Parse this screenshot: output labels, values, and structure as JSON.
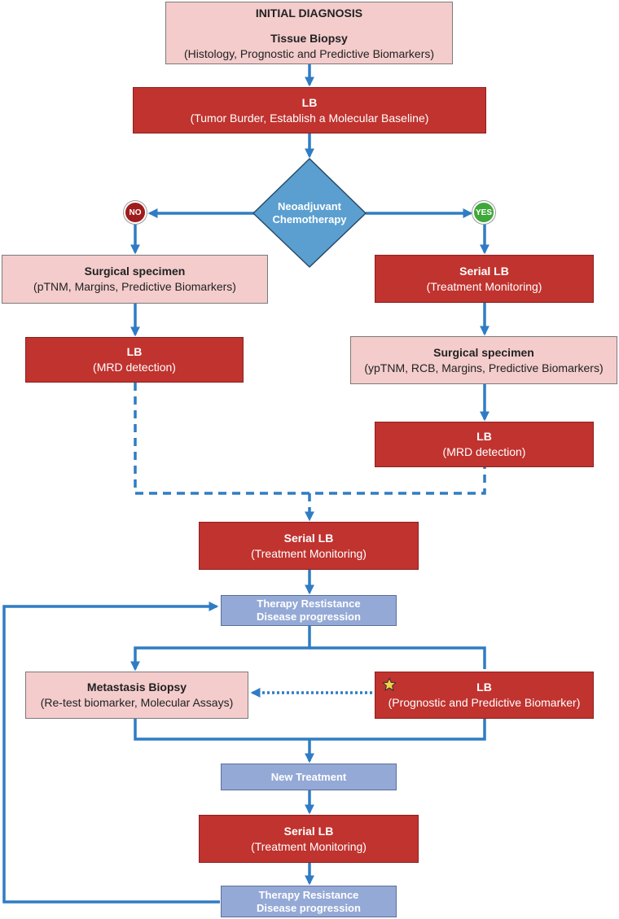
{
  "initial": {
    "heading": "INITIAL DIAGNOSIS",
    "title": "Tissue Biopsy",
    "subtitle": "(Histology, Prognostic and Predictive Biomarkers)"
  },
  "lb_baseline": {
    "title": "LB",
    "subtitle": "(Tumor Burder,  Establish a Molecular Baseline)"
  },
  "decision": {
    "line1": "Neoadjuvant",
    "line2": "Chemotherapy",
    "no": "NO",
    "yes": "YES"
  },
  "left": {
    "surgical": {
      "title": "Surgical specimen",
      "subtitle": "(pTNM, Margins, Predictive Biomarkers)"
    },
    "lb_mrd": {
      "title": "LB",
      "subtitle": "(MRD detection)"
    }
  },
  "right": {
    "serial": {
      "title": "Serial LB",
      "subtitle": "(Treatment Monitoring)"
    },
    "surgical": {
      "title": "Surgical specimen",
      "subtitle": "(ypTNM, RCB, Margins, Predictive Biomarkers)"
    },
    "lb_mrd": {
      "title": "LB",
      "subtitle": "(MRD detection)"
    }
  },
  "serial_lb_1": {
    "title": "Serial LB",
    "subtitle": "(Treatment Monitoring)"
  },
  "resistance_1": {
    "line1": "Therapy Restistance",
    "line2": "Disease progression"
  },
  "metastasis": {
    "title": "Metastasis Biopsy",
    "subtitle": "(Re-test biomarker, Molecular Assays)"
  },
  "lb_prognostic": {
    "title": "LB",
    "subtitle": "(Prognostic and Predictive Biomarker)"
  },
  "new_treatment": {
    "label": "New Treatment"
  },
  "serial_lb_2": {
    "title": "Serial LB",
    "subtitle": "(Treatment Monitoring)"
  },
  "resistance_2": {
    "line1": "Therapy Resistance",
    "line2": "Disease progression"
  },
  "colors": {
    "pink": "#f4cccc",
    "red": "#c0332f",
    "blue_box": "#94a9d6",
    "diamond": "#5b9fd0",
    "arrow": "#2f7cc4",
    "no_badge": "#a01c1c",
    "yes_badge": "#3fa83a",
    "star": "#f3d04a"
  }
}
